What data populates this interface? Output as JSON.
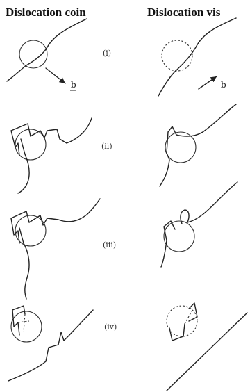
{
  "headings": {
    "left": "Dislocation coin",
    "right": "Dislocation vis"
  },
  "stage_labels": [
    "(i)",
    "(ii)",
    "(iii)",
    "(iv)"
  ],
  "burgers_vector": "b"
}
